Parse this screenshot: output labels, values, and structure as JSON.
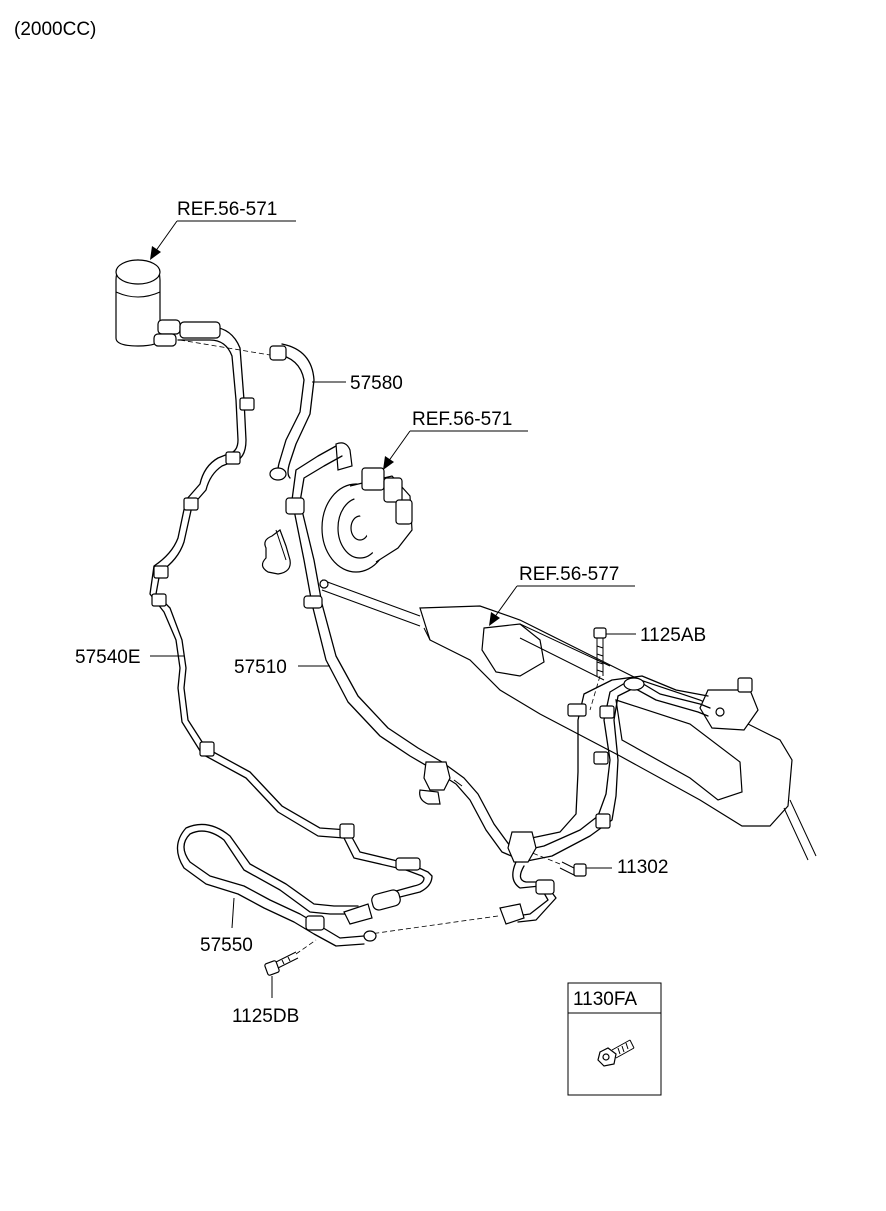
{
  "header": {
    "engine_note": "(2000CC)"
  },
  "callouts": {
    "ref_reservoir": "REF.56-571",
    "ref_pump": "REF.56-571",
    "ref_gear_box": "REF.56-577",
    "hose_57580": "57580",
    "hose_57540E": "57540E",
    "hose_57510": "57510",
    "bolt_1125AB": "1125AB",
    "bolt_11302": "11302",
    "tube_57550": "57550",
    "bolt_1125DB": "1125DB"
  },
  "legend_box": {
    "part_number": "1130FA"
  }
}
